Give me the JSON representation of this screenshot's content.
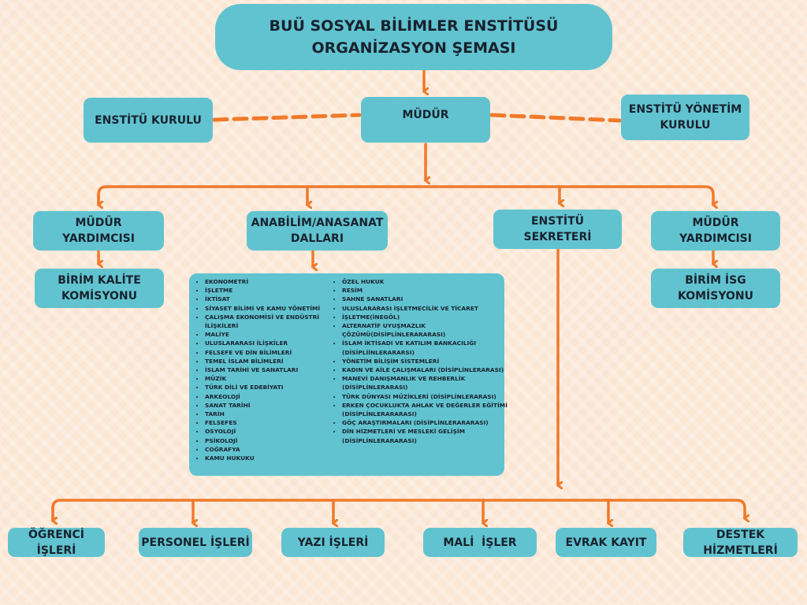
{
  "title": {
    "line1": "BUÜ SOSYAL BİLİMLER ENSTİTÜSÜ",
    "line2": "ORGANİZASYON ŞEMASI"
  },
  "top_row": {
    "left": "ENSTİTÜ KURULU",
    "center": "MÜDÜR",
    "right": {
      "line1": "ENSTİTÜ YÖNETİM",
      "line2": "KURULU"
    }
  },
  "second_row": [
    {
      "line1": "MÜDÜR",
      "line2": "YARDIMCISI"
    },
    {
      "line1": "ANABİLİM/ANASANAT",
      "line2": "DALLARI"
    },
    {
      "line1": "ENSTİTÜ",
      "line2": "SEKRETERİ"
    },
    {
      "line1": "MÜDÜR",
      "line2": "YARDIMCISI"
    }
  ],
  "sub_boxes": {
    "left": {
      "line1": "BİRİM KALİTE",
      "line2": "KOMİSYONU"
    },
    "right": {
      "line1": "BİRİM İSG",
      "line2": "KOMİSYONU"
    }
  },
  "departments": {
    "column1": [
      "EKONOMETRİ",
      "İŞLETME",
      "İKTİSAT",
      "SİYASET BİLİMİ VE KAMU YÖNETİMİ",
      "ÇALIŞMA EKONOMİSİ VE ENDÜSTRİ İLİŞKİLERİ",
      "MALİYE",
      "ULUSLARARASI İLİŞKİLER",
      "FELSEFE VE DİN BİLİMLERİ",
      "TEMEL İSLAM BİLİMLERİ",
      "İSLAM TARİHİ VE SANATLARI",
      "MÜZİK",
      "TÜRK DİLİ VE EDEBİYATI",
      "ARKEOLOJİ",
      "SANAT TARİHİ",
      "TARİH",
      "FELSEFES",
      "OSYOLOJİ",
      "PSİKOLOJİ",
      "COĞRAFYA",
      "KAMU HUKUKU"
    ],
    "column2": [
      "ÖZEL HUKUK",
      "RESİM",
      "SAHNE SANATLARI",
      "ULUSLARARASI İŞLETMECİLİK VE TİCARET",
      "İŞLETME(İNEGÖL)",
      "ALTERNATİF UYUŞMAZLIK ÇÖZÜMÜ(DİSİPLİNLERARARASI)",
      "İSLAM İKTİSADI VE KATILIM BANKACILIĞI (DİSİPLİİNLERARARSI)",
      "YÖNETİM BİLİŞİM SİSTEMLERİ",
      "KADIN VE AİLE ÇALIŞMALARI (DİSİPLİNLERARASI)",
      "MANEVİ DANIŞMANLIK VE REHBERLİK (DİSİPLİNLERARASI)",
      "TÜRK DÜNYASI MÜZİKLERİ (DİSİPLİNLERARASI)",
      "ERKEN ÇOCUKLUKTA AHLAK VE DEĞERLER EĞİTİMİ (DİSİPLİNLERARARASI)",
      "GÖÇ ARAŞTIRMALARI (DİSİPLİNLERARARASI)",
      "DİN HİZMETLERİ VE MESLEKİ GELİŞİM (DİSİPLİNLERARARASI)"
    ]
  },
  "bottom_row": [
    "ÖĞRENCİ İŞLERİ",
    "PERSONEL İŞLERİ",
    "YAZI İŞLERİ",
    "MALİ  İŞLER",
    "EVRAK KAYIT",
    "DESTEK HİZMETLERİ"
  ],
  "colors": {
    "box": "#62c3d0",
    "arrow": "#f07a2a",
    "background": "#fbe5d3"
  }
}
